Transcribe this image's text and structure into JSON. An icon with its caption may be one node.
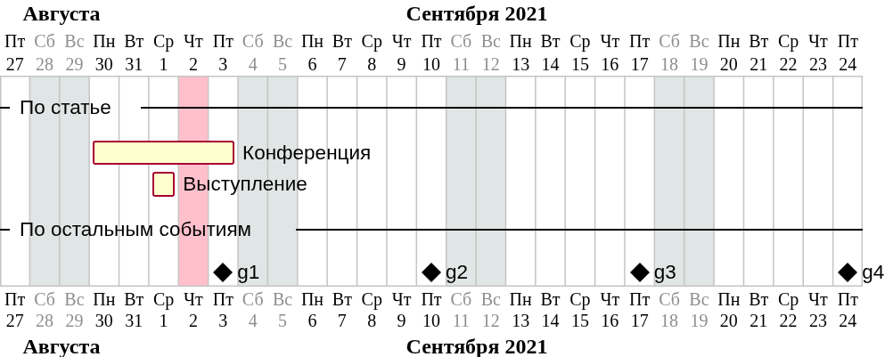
{
  "diagram": {
    "nodes": [
      {
        "text": [],
        "shape": "bar",
        "beside": [
          "Конференция"
        ]
      },
      {
        "text": [],
        "shape": "bar",
        "beside": [
          "Выступление"
        ]
      },
      {
        "text": [],
        "shape": "diamond",
        "beside": [
          "g1"
        ]
      },
      {
        "text": [],
        "shape": "diamond",
        "beside": [
          "g2"
        ]
      },
      {
        "text": [],
        "shape": "diamond",
        "beside": [
          "g3"
        ]
      },
      {
        "text": [],
        "shape": "diamond",
        "beside": [
          "g4"
        ]
      }
    ],
    "labels": [
      "Августа",
      "Сентября 2021",
      "Пт",
      "Сб",
      "Вс",
      "Пн",
      "Вт",
      "Ср",
      "Чт",
      "Пт",
      "Сб",
      "Вс",
      "Пн",
      "Вт",
      "Ср",
      "Чт",
      "Пт",
      "Сб",
      "Вс",
      "Пн",
      "Вт",
      "Ср",
      "Чт",
      "Пт",
      "Сб",
      "Вс",
      "Пн",
      "Вт",
      "Ср",
      "Чт",
      "Пт",
      "27",
      "28",
      "29",
      "30",
      "31",
      "1",
      "2",
      "3",
      "4",
      "5",
      "6",
      "7",
      "8",
      "9",
      "10",
      "11",
      "12",
      "13",
      "14",
      "15",
      "16",
      "17",
      "18",
      "19",
      "20",
      "21",
      "22",
      "23",
      "24",
      "По статье",
      "По остальным событиям",
      "Пт",
      "Сб",
      "Вс",
      "Пн",
      "Вт",
      "Ср",
      "Чт",
      "Пт",
      "Сб",
      "Вс",
      "Пн",
      "Вт",
      "Ср",
      "Чт",
      "Пт",
      "Сб",
      "Вс",
      "Пн",
      "Вт",
      "Ср",
      "Чт",
      "Пт",
      "Сб",
      "Вс",
      "Пн",
      "Вт",
      "Ср",
      "Чт",
      "Пт",
      "27",
      "28",
      "29",
      "30",
      "31",
      "1",
      "2",
      "3",
      "4",
      "5",
      "6",
      "7",
      "8",
      "9",
      "10",
      "11",
      "12",
      "13",
      "14",
      "15",
      "16",
      "17",
      "18",
      "19",
      "20",
      "21",
      "22",
      "23",
      "24",
      "Августа",
      "Сентября 2021"
    ]
  }
}
